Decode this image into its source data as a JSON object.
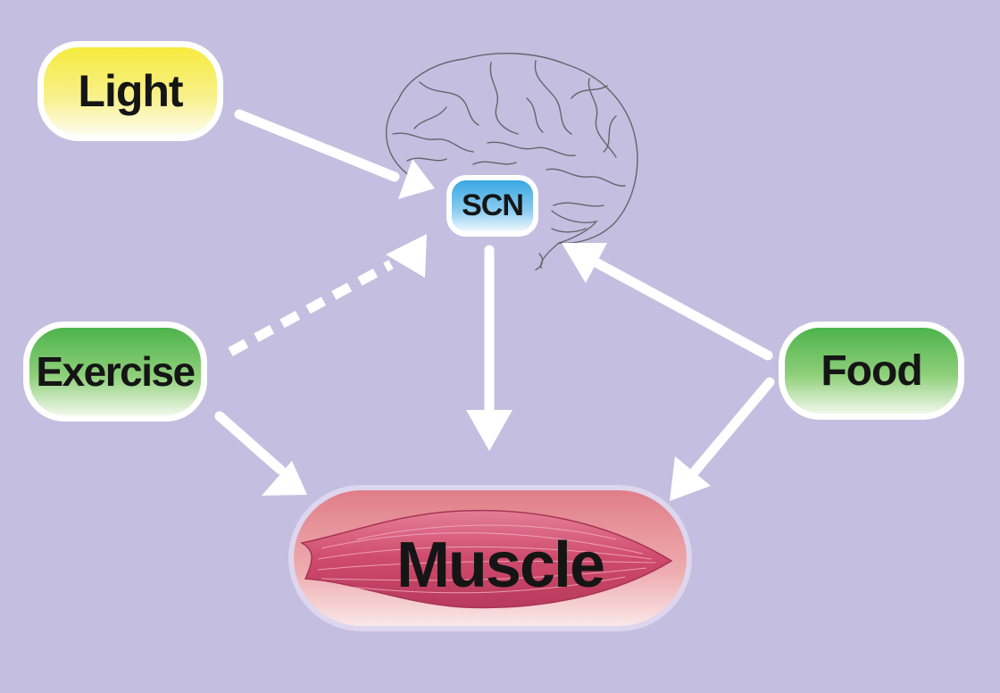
{
  "nodes": {
    "light": "Light",
    "exercise": "Exercise",
    "food": "Food",
    "scn": "SCN",
    "muscle": "Muscle"
  },
  "edges": [
    {
      "from": "Light",
      "to": "SCN",
      "style": "solid"
    },
    {
      "from": "Exercise",
      "to": "SCN",
      "style": "dotted"
    },
    {
      "from": "Exercise",
      "to": "Muscle",
      "style": "solid"
    },
    {
      "from": "SCN",
      "to": "Muscle",
      "style": "solid"
    },
    {
      "from": "Food",
      "to": "SCN",
      "style": "solid"
    },
    {
      "from": "Food",
      "to": "Muscle",
      "style": "solid"
    }
  ],
  "icons": {
    "brain": "brain-icon",
    "muscle": "muscle-icon"
  },
  "colors": {
    "background": "#c4bee0",
    "light_node": "#f6eb3e",
    "exercise_node": "#4db44c",
    "food_node": "#4db44c",
    "scn_node": "#3aa7e2",
    "muscle_node": "#e07c86",
    "arrows": "#ffffff"
  }
}
